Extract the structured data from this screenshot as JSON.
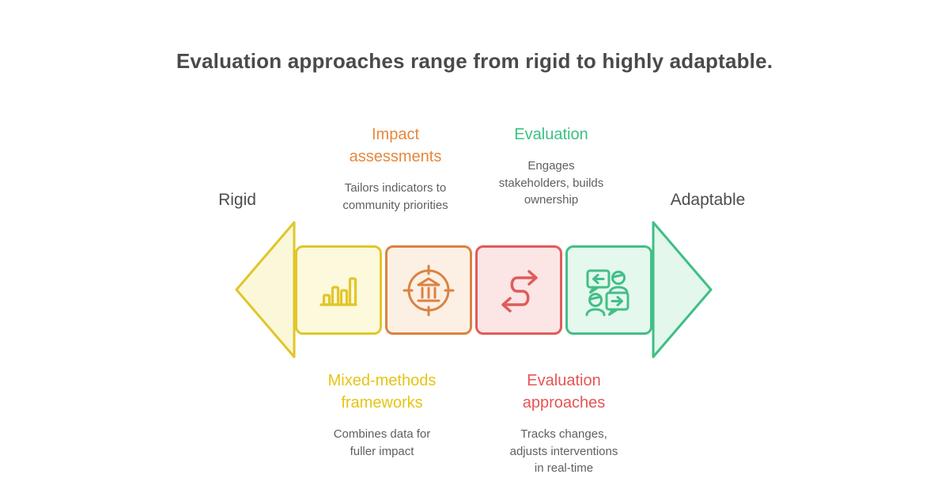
{
  "title": "Evaluation approaches range from rigid to highly adaptable.",
  "axis": {
    "left": "Rigid",
    "right": "Adaptable"
  },
  "top_annotations": [
    {
      "heading": "Impact\nassessments",
      "description": "Tailors indicators to\ncommunity priorities",
      "color": "#e8873b"
    },
    {
      "heading": "Evaluation",
      "description": "Engages\nstakeholders, builds\nownership",
      "color": "#3cc084"
    }
  ],
  "bottom_annotations": [
    {
      "heading": "Mixed-methods\nframeworks",
      "description": "Combines data for\nfuller impact",
      "color": "#e6c414"
    },
    {
      "heading": "Evaluation\napproaches",
      "description": "Tracks changes,\nadjusts interventions\nin real-time",
      "color": "#e85454"
    }
  ],
  "segments": [
    {
      "icon": "bar-chart-icon",
      "fill": "#fcf9dc",
      "stroke": "#e2c62a"
    },
    {
      "icon": "bank-target-icon",
      "fill": "#fcf0e4",
      "stroke": "#db8243"
    },
    {
      "icon": "winding-arrow-icon",
      "fill": "#fce5e5",
      "stroke": "#e05b5b"
    },
    {
      "icon": "conversation-icon",
      "fill": "#e5f8ee",
      "stroke": "#42bf87"
    }
  ],
  "arrowheads": {
    "left": {
      "fill": "#fbf8d9",
      "stroke": "#e0c62a"
    },
    "right": {
      "fill": "#e3f7ec",
      "stroke": "#3fbe85"
    }
  },
  "text_colors": {
    "title": "#4a4a4a",
    "body": "#5f5f5f",
    "axis": "#4d4d4d"
  }
}
